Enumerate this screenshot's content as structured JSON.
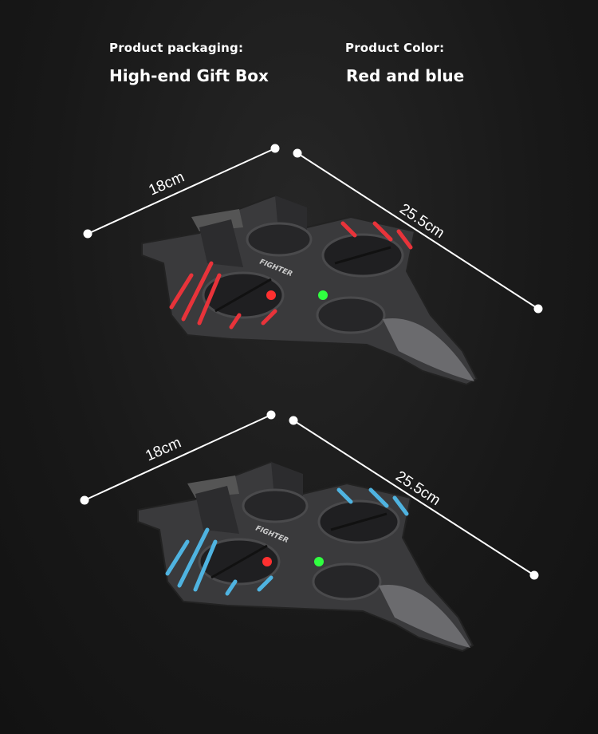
{
  "packaging": {
    "label": "Product packaging:",
    "value": "High-end Gift Box"
  },
  "color": {
    "label": "Product Color:",
    "value": "Red and blue"
  },
  "products": [
    {
      "variant": "red",
      "accent": "#e8333a",
      "width_label": "18cm",
      "length_label": "25.5cm",
      "badge": "FIGHTER"
    },
    {
      "variant": "blue",
      "accent": "#4fb3e0",
      "width_label": "18cm",
      "length_label": "25.5cm",
      "badge": "FIGHTER"
    }
  ]
}
